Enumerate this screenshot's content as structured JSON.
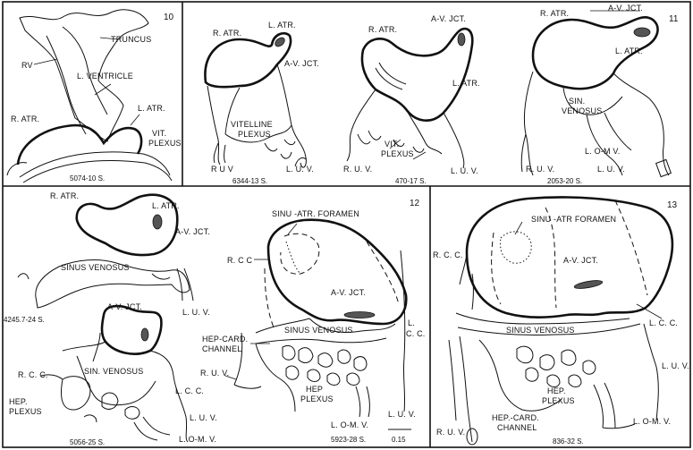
{
  "panels": {
    "p10": {
      "number": "10",
      "caption": "5074-10 S.",
      "labels": {
        "truncus": "TRUNCUS",
        "rv": "RV",
        "l_ventricle": "L. VENTRICLE",
        "r_atr": "R. ATR.",
        "l_atr": "L. ATR.",
        "vit_plexus_1": "VIT.",
        "vit_plexus_2": "PLEXUS"
      }
    },
    "pA": {
      "caption": "6344-13 S.",
      "labels": {
        "r_atr": "R. ATR.",
        "l_atr": "L. ATR.",
        "av_jct": "A-V. JCT.",
        "vitelline_1": "VITELLINE",
        "vitelline_2": "PLEXUS",
        "ruv": "R U V",
        "luv": "L. U. V."
      }
    },
    "pB": {
      "caption": "470-17 S.",
      "labels": {
        "r_atr": "R. ATR.",
        "av_jct": "A-V. JCT.",
        "l_atr": "L. ATR.",
        "vit_1": "VIT.",
        "vit_2": "PLEXUS",
        "ruv": "R. U. V.",
        "luv": "L. U. V."
      }
    },
    "p11": {
      "number": "11",
      "caption": "2053-20 S.",
      "labels": {
        "r_atr": "R. ATR.",
        "av_jct": "A-V. JCT.",
        "l_atr": "L. ATR.",
        "sin_1": "SIN.",
        "sin_2": "VENOSUS",
        "lomv": "L. O-M V.",
        "ruv": "R. U. V.",
        "luv": "L. U. V."
      }
    },
    "pC": {
      "caption": "4245.7-24 S.",
      "labels": {
        "r_atr": "R. ATR.",
        "l_atr": "L. ATR.",
        "av_jct": "A-V. JCT.",
        "sinus": "SINUS  VENOSUS",
        "luv": "L. U. V."
      }
    },
    "pD": {
      "caption": "5056-25 S.",
      "labels": {
        "av_jct": "A-V. JCT.",
        "rcc": "R. C. C.",
        "sin": "SIN.  VENOSUS",
        "hep_1": "HEP.",
        "hep_2": "PLEXUS",
        "lcc": "L. C. C.",
        "luv": "L. U. V.",
        "lomv": "L. O-M. V."
      }
    },
    "p12": {
      "number": "12",
      "caption": "5923-28 S.",
      "scale": "0.15",
      "labels": {
        "foramen": "SINU -ATR. FORAMEN",
        "rcc": "R. C C",
        "av_jct": "A-V. JCT.",
        "sinus": "SINUS  VENOSUS",
        "lcc_1": "L.",
        "lcc_2": "C. C.",
        "hepcard_1": "HEP-CARD.",
        "hepcard_2": "CHANNEL",
        "ruv": "R. U. V.",
        "hep_1": "HEP",
        "hep_2": "PLEXUS",
        "lomv": "L. O-M. V.",
        "luv": "L. U. V."
      }
    },
    "p13": {
      "number": "13",
      "caption": "836-32 S.",
      "labels": {
        "foramen": "SINU -ATR FORAMEN",
        "rcc": "R. C. C.",
        "av_jct": "A-V. JCT.",
        "sinus": "SINUS  VENOSUS",
        "lcc": "L. C. C.",
        "luv": "L. U. V.",
        "hep_1": "HEP.",
        "hep_2": "PLEXUS",
        "hepcard_1": "HEP.-CARD.",
        "hepcard_2": "CHANNEL",
        "ruv": "R. U. V.",
        "lomv": "L. O-M. V."
      }
    }
  }
}
